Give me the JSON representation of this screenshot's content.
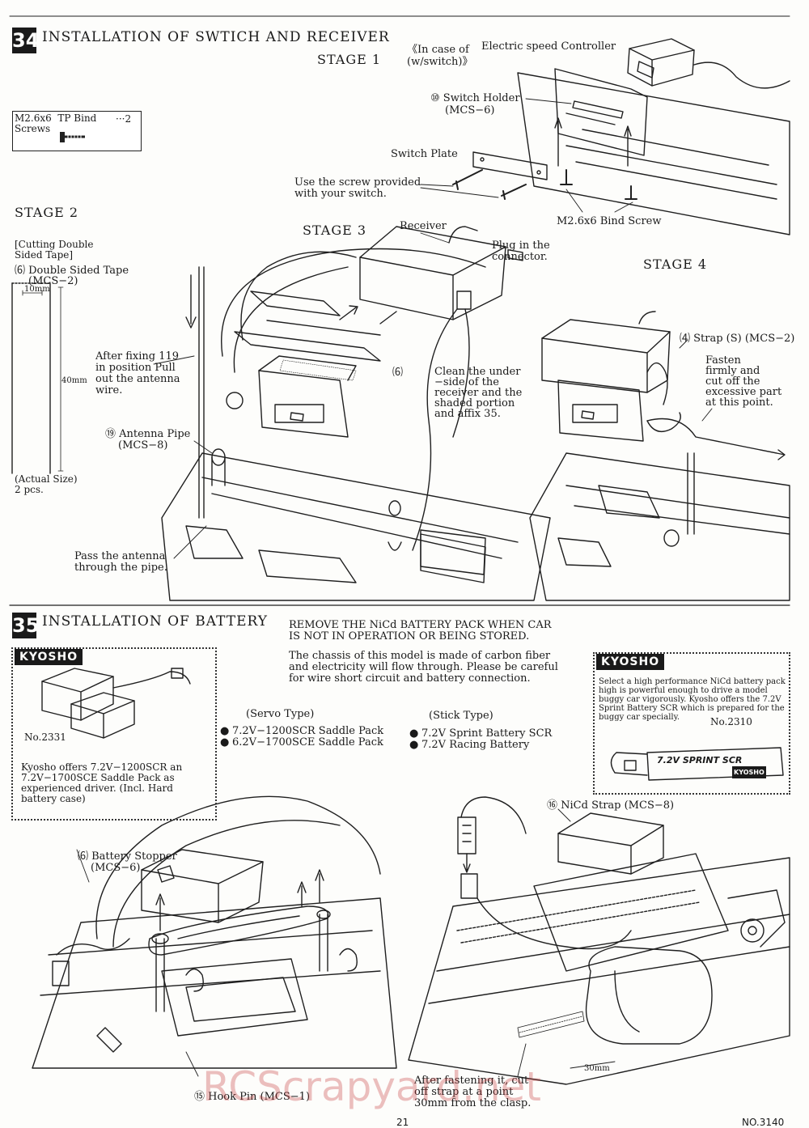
{
  "step34": {
    "number": "34",
    "title": "INSTALLATION OF SWTICH AND RECEIVER",
    "stage1": "STAGE 1",
    "stage2": "STAGE 2",
    "stage3": "STAGE 3",
    "stage4": "STAGE 4",
    "esc_note_1": "《In case of",
    "esc_note_2": "Electric speed Controller",
    "esc_note_3": "(w∕switch)》",
    "switch_holder_1": "⑩ Switch Holder",
    "switch_holder_2": "(MCS−6)",
    "switch_plate": "Switch Plate",
    "screw_note_1": "Use the screw provided",
    "screw_note_2": "with your switch.",
    "bind_screw": "M2.6x6 Bind Screw",
    "parts_box_1": "M2.6x6  TP Bind",
    "parts_box_qty": "···2",
    "parts_box_2": "Screws",
    "cutting_1": "[Cutting Double",
    "cutting_2": "Sided Tape]",
    "tape_1": "⑹ Double Sided Tape",
    "tape_2": "(MCS−2)",
    "tape_width": "10mm",
    "tape_height": "40mm",
    "actual_size_1": "(Actual Size)",
    "actual_size_2": "2 pcs.",
    "receiver": "Receiver",
    "plug_1": "Plug in the",
    "plug_2": "connector.",
    "after_fix_1": "After fixing 119",
    "after_fix_2": "in position Pull",
    "after_fix_3": "out the antenna",
    "after_fix_4": "wire.",
    "antenna_pipe_1": "⑲ Antenna Pipe",
    "antenna_pipe_2": "(MCS−8)",
    "pass_antenna_1": "Pass the antenna",
    "pass_antenna_2": "through the pipe.",
    "clean_1": "Clean the under",
    "clean_2": "−side of the",
    "clean_3": "receiver and the",
    "clean_4": "shaded portion",
    "clean_5": "and affix 35.",
    "tape_callout": "⑹",
    "strap_s": "⑷ Strap (S) (MCS−2)",
    "fasten_1": "Fasten",
    "fasten_2": "firmly and",
    "fasten_3": "cut off the",
    "fasten_4": "excessive part",
    "fasten_5": "at this point."
  },
  "step35": {
    "number": "35",
    "title": "INSTALLATION OF BATTERY",
    "warning_1": "REMOVE THE NiCd BATTERY PACK WHEN CAR",
    "warning_2": "IS NOT IN OPERATION OR BEING STORED.",
    "chassis_1": "The chassis of this model is made of carbon fiber",
    "chassis_2": "and electricity will flow through. Please be careful",
    "chassis_3": "for wire short circuit and battery connection.",
    "ad_left": {
      "brand": "KYOSHO",
      "part_no": "No.2331",
      "text_1": "Kyosho offers 7.2V−1200SCR an",
      "text_2": "7.2V−1700SCE Saddle Pack as",
      "text_3": "experienced driver. (Incl. Hard",
      "text_4": "battery case)"
    },
    "servo_type": "(Servo Type)",
    "servo_items": [
      "7.2V−1200SCR Saddle Pack",
      "6.2V−1700SCE Saddle Pack"
    ],
    "stick_type": "(Stick Type)",
    "stick_items": [
      "7.2V Sprint Battery SCR",
      "7.2V Racing Battery"
    ],
    "ad_right": {
      "brand": "KYOSHO",
      "text_1": "Select a high performance NiCd battery pack",
      "text_2": "high is powerful enough to drive a model",
      "text_3": "buggy car vigorously. Kyosho offers the 7.2V",
      "text_4": "Sprint Battery SCR which is prepared for the",
      "text_5": "buggy car specially.",
      "part_no": "No.2310",
      "pack_label": "7.2V SPRINT SCR",
      "pack_brand": "KYOSHO"
    },
    "battery_stopper_1": "⑹ Battery Stopper",
    "battery_stopper_2": "(MCS−6)",
    "hook_pin": "⑮ Hook Pin (MCS−1)",
    "nicd_strap": "⑯ NiCd Strap (MCS−8)",
    "after_fasten_1": "After fastening it, cut",
    "after_fasten_2": "off strap at a point",
    "after_fasten_3": "30mm from the clasp.",
    "dim_30": "30mm"
  },
  "footer": {
    "page": "21",
    "model_no": "NO.3140",
    "watermark": "RCScrapyard.net"
  }
}
